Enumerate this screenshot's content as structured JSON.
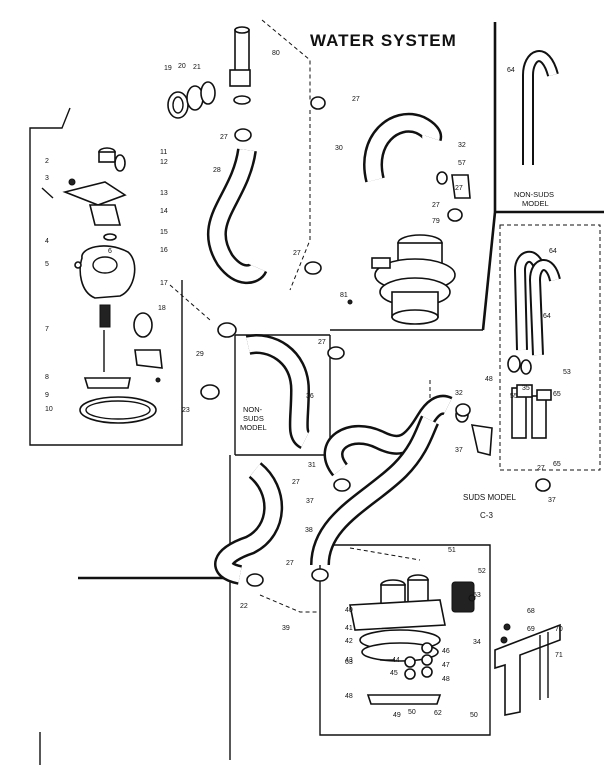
{
  "title": "WATER SYSTEM",
  "page_code": "C-3",
  "model_labels": {
    "non_suds_top": [
      "NON-SUDS",
      "MODEL"
    ],
    "non_suds_mid": [
      "NON-",
      "SUDS",
      "MODEL"
    ],
    "suds": "SUDS MODEL"
  },
  "callouts": {
    "c2": "2",
    "c3": "3",
    "c4": "4",
    "c5": "5",
    "c6": "6",
    "c7": "7",
    "c8": "8",
    "c9": "9",
    "c10": "10",
    "c11": "11",
    "c12": "12",
    "c13": "13",
    "c14": "14",
    "c15": "15",
    "c16": "16",
    "c17": "17",
    "c18": "18",
    "c19": "19",
    "c20": "20",
    "c21": "21",
    "c22": "22",
    "c23": "23",
    "c27a": "27",
    "c27b": "27",
    "c27c": "27",
    "c27d": "27",
    "c27e": "27",
    "c27f": "27",
    "c27g": "27",
    "c27h": "27",
    "c27i": "27",
    "c28": "28",
    "c29": "29",
    "c30": "30",
    "c31": "31",
    "c32a": "32",
    "c32b": "32",
    "c34": "34",
    "c35": "35",
    "c36": "36",
    "c37a": "37",
    "c37b": "37",
    "c37c": "37",
    "c38": "38",
    "c39": "39",
    "c40": "40",
    "c41": "41",
    "c42": "42",
    "c43": "43",
    "c44": "44",
    "c45": "45",
    "c46": "46",
    "c47": "47",
    "c48a": "48",
    "c48b": "48",
    "c48c": "48",
    "c49": "49",
    "c50a": "50",
    "c50b": "50",
    "c51": "51",
    "c52": "52",
    "c53a": "53",
    "c53b": "53",
    "c55": "55",
    "c57": "57",
    "c62": "62",
    "c63": "63",
    "c64a": "64",
    "c64b": "64",
    "c64c": "64",
    "c65a": "65",
    "c65b": "65",
    "c68": "68",
    "c69": "69",
    "c70": "70",
    "c71": "71",
    "c79": "79",
    "c80": "80",
    "c81": "81"
  }
}
